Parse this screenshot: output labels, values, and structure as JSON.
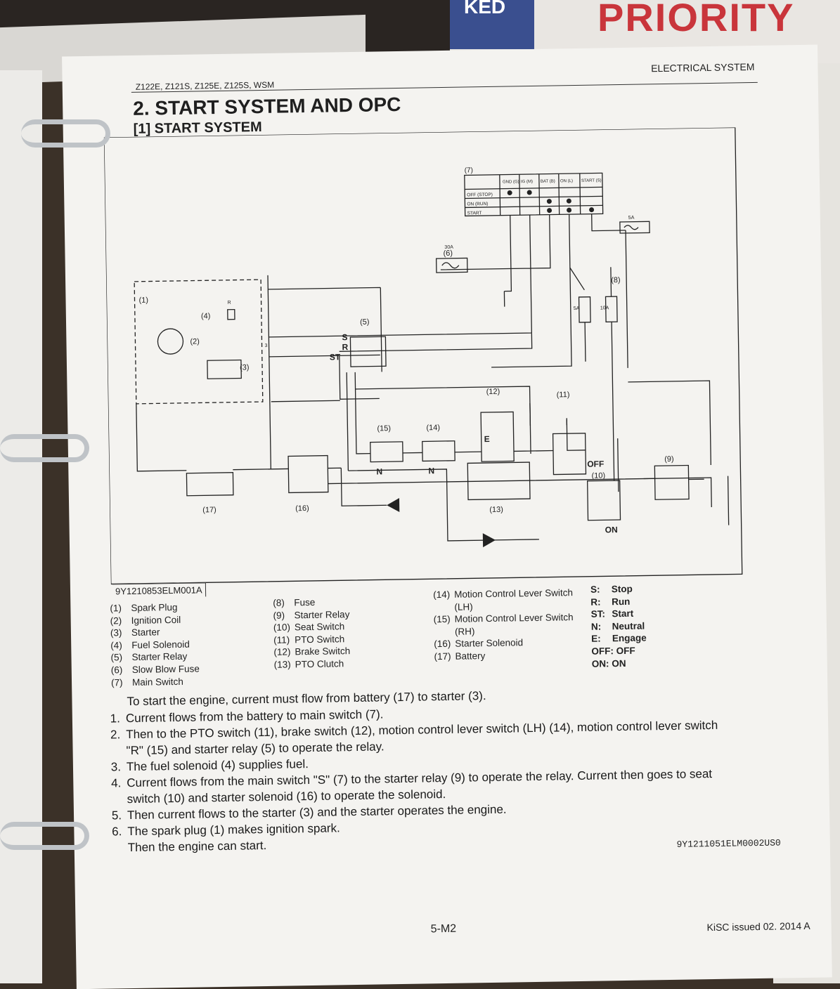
{
  "header": {
    "models": "Z122E, Z121S, Z125E, Z125S, WSM",
    "section": "ELECTRICAL SYSTEM"
  },
  "title": {
    "section": "2.  START SYSTEM AND OPC",
    "subsection": "[1]  START SYSTEM"
  },
  "diagram": {
    "figure_id": "9Y1210853ELM001A",
    "component_numbers": [
      "(1)",
      "(2)",
      "(3)",
      "(4)",
      "(5)",
      "(6)",
      "(7)",
      "(8)",
      "(9)",
      "(10)",
      "(11)",
      "(12)",
      "(13)",
      "(14)",
      "(15)",
      "(16)",
      "(17)"
    ],
    "switch_table": {
      "columns": [
        "GND (G)",
        "IG (M)",
        "BAT (B)",
        "ON (L)",
        "START (S)"
      ],
      "rows": [
        "OFF (STOP)",
        "ON (RUN)",
        "START"
      ]
    },
    "fuse_labels": {
      "slow_blow": "30A",
      "fuse_a": "5A",
      "fuse_b": "5A",
      "fuse_c": "10A"
    },
    "terminal_labels": {
      "s": "S",
      "r": "R",
      "st": "ST",
      "e": "E",
      "n1": "N",
      "n2": "N",
      "off": "OFF",
      "on": "ON",
      "plug_r": "R",
      "three": "3"
    }
  },
  "legend": {
    "col1": [
      {
        "num": "(1)",
        "label": "Spark Plug"
      },
      {
        "num": "(2)",
        "label": "Ignition Coil"
      },
      {
        "num": "(3)",
        "label": "Starter"
      },
      {
        "num": "(4)",
        "label": "Fuel Solenoid"
      },
      {
        "num": "(5)",
        "label": "Starter Relay"
      },
      {
        "num": "(6)",
        "label": "Slow Blow Fuse"
      },
      {
        "num": "(7)",
        "label": "Main Switch"
      }
    ],
    "col2": [
      {
        "num": "(8)",
        "label": "Fuse"
      },
      {
        "num": "(9)",
        "label": "Starter Relay"
      },
      {
        "num": "(10)",
        "label": "Seat Switch"
      },
      {
        "num": "(11)",
        "label": "PTO Switch"
      },
      {
        "num": "(12)",
        "label": "Brake Switch"
      },
      {
        "num": "(13)",
        "label": "PTO Clutch"
      }
    ],
    "col3": [
      {
        "num": "(14)",
        "label": "Motion Control Lever Switch",
        "cont": "(LH)"
      },
      {
        "num": "(15)",
        "label": "Motion Control Lever Switch",
        "cont": "(RH)"
      },
      {
        "num": "(16)",
        "label": "Starter Solenoid"
      },
      {
        "num": "(17)",
        "label": "Battery"
      }
    ],
    "col4": [
      {
        "key": "S:",
        "label": "Stop"
      },
      {
        "key": "R:",
        "label": "Run"
      },
      {
        "key": "ST:",
        "label": "Start"
      },
      {
        "key": "N:",
        "label": "Neutral"
      },
      {
        "key": "E:",
        "label": "Engage"
      },
      {
        "key": "OFF:",
        "label": "OFF"
      },
      {
        "key": "ON:",
        "label": "ON"
      }
    ]
  },
  "body": {
    "intro": "To start the engine, current must flow from battery (17) to starter (3).",
    "steps": [
      {
        "n": "1.",
        "text": "Current flows from the battery to main switch (7)."
      },
      {
        "n": "2.",
        "text": "Then to the PTO switch (11), brake switch (12), motion control lever switch (LH) (14), motion control lever switch",
        "cont": "\"R\" (15) and starter relay (5) to operate the relay."
      },
      {
        "n": "3.",
        "text": "The fuel solenoid (4) supplies fuel."
      },
      {
        "n": "4.",
        "text": "Current flows from the main switch \"S\" (7) to the starter relay (9) to operate the relay. Current then goes to seat",
        "cont": "switch (10) and starter solenoid (16) to operate the solenoid."
      },
      {
        "n": "5.",
        "text": "Then current flows to the starter (3) and the starter operates the engine."
      },
      {
        "n": "6.",
        "text": "The spark plug (1) makes ignition spark.",
        "cont": "Then the engine can start."
      }
    ],
    "doc_id": "9Y1211051ELM0002US0"
  },
  "footer": {
    "page": "5-M2",
    "issued": "KiSC issued 02. 2014 A"
  },
  "background": {
    "envelope_text": "PRIORITY",
    "stamp_text": "KED"
  }
}
